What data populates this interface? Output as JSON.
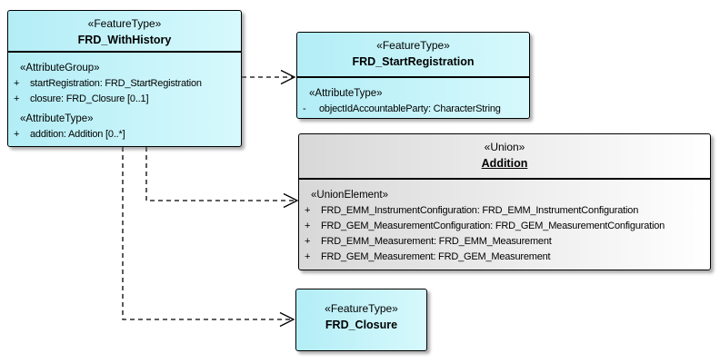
{
  "diagram": {
    "kind": "uml-class-diagram",
    "colors": {
      "cyan_start": "#b3edf6",
      "cyan_end": "#d6f9fc",
      "union_start": "#d8d8d8",
      "union_end": "#ffffff",
      "line_color": "#000000",
      "canvas_bg": "#ffffff"
    }
  },
  "boxes": {
    "frd_with_history": {
      "stereotype": "«FeatureType»",
      "name": "FRD_WithHistory",
      "compartments": [
        {
          "stereotype": "«AttributeGroup»",
          "attributes": [
            {
              "visibility": "+",
              "text": "startRegistration: FRD_StartRegistration"
            },
            {
              "visibility": "+",
              "text": "closure: FRD_Closure [0..1]"
            }
          ]
        },
        {
          "stereotype": "«AttributeType»",
          "attributes": [
            {
              "visibility": "+",
              "text": "addition: Addition [0..*]"
            }
          ]
        }
      ]
    },
    "frd_start_registration": {
      "stereotype": "«FeatureType»",
      "name": "FRD_StartRegistration",
      "compartments": [
        {
          "stereotype": "«AttributeType»",
          "attributes": [
            {
              "visibility": "-",
              "text": "objectIdAccountableParty: CharacterString"
            }
          ]
        }
      ]
    },
    "addition": {
      "stereotype": "«Union»",
      "name": "Addition",
      "compartments": [
        {
          "stereotype": "«UnionElement»",
          "attributes": [
            {
              "visibility": "+",
              "text": "FRD_EMM_InstrumentConfiguration: FRD_EMM_InstrumentConfiguration"
            },
            {
              "visibility": "+",
              "text": "FRD_GEM_MeasurementConfiguration: FRD_GEM_MeasurementConfiguration"
            },
            {
              "visibility": "+",
              "text": "FRD_EMM_Measurement: FRD_EMM_Measurement"
            },
            {
              "visibility": "+",
              "text": "FRD_GEM_Measurement: FRD_GEM_Measurement"
            }
          ]
        }
      ]
    },
    "frd_closure": {
      "stereotype": "«FeatureType»",
      "name": "FRD_Closure"
    }
  },
  "connectors": [
    {
      "name": "with-history-to-start-registration",
      "type": "dependency",
      "style": "dashed-open-arrow",
      "from": "FRD_WithHistory",
      "to": "FRD_StartRegistration"
    },
    {
      "name": "with-history-to-addition",
      "type": "dependency",
      "style": "dashed-open-arrow",
      "from": "FRD_WithHistory",
      "to": "Addition"
    },
    {
      "name": "with-history-to-closure",
      "type": "dependency",
      "style": "dashed-open-arrow",
      "from": "FRD_WithHistory",
      "to": "FRD_Closure"
    }
  ]
}
